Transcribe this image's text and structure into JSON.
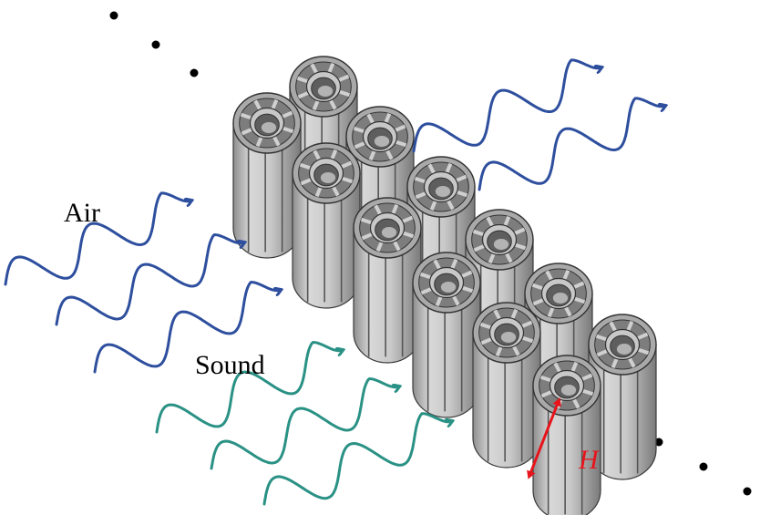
{
  "labels": {
    "air": "Air",
    "sound": "Sound",
    "height": "H"
  },
  "colors": {
    "air_wave": "#2e4f9e",
    "sound_wave": "#2a9185",
    "height_marker": "#e8141b",
    "ellipsis_dots": "#000000",
    "cylinder_body": "#c4c4c4"
  },
  "icons": {
    "cylinder": "slotted-cylinder-resonator",
    "wave": "sinusoidal-arrow"
  }
}
